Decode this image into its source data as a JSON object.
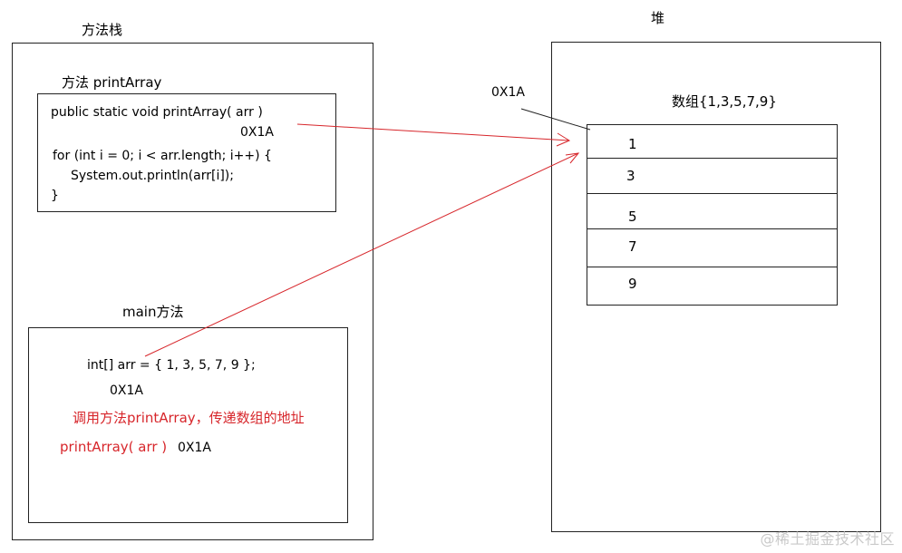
{
  "stack": {
    "title": "方法栈",
    "print_method": {
      "title": "方法 printArray",
      "signature": "public static void printArray( arr )",
      "address": "0X1A",
      "loop_line": "for (int i = 0; i < arr.length; i++) {",
      "body_line": "System.out.println(arr[i]);",
      "close_brace": "}"
    },
    "main_method": {
      "title": "main方法",
      "decl_line": "int[] arr = { 1, 3, 5, 7, 9 };",
      "address": "0X1A",
      "call_comment": "调用方法printArray，传递数组的地址",
      "call_line": "printArray( arr )",
      "call_address": "0X1A"
    }
  },
  "heap": {
    "title": "堆",
    "address": "0X1A",
    "array_label": "数组{1,3,5,7,9}",
    "values": [
      "1",
      "3",
      "5",
      "7",
      "9"
    ]
  },
  "watermark": "@稀土掘金技术社区",
  "colors": {
    "arrow": "#d7262b",
    "text_red": "#d7262b",
    "border": "#222222"
  }
}
